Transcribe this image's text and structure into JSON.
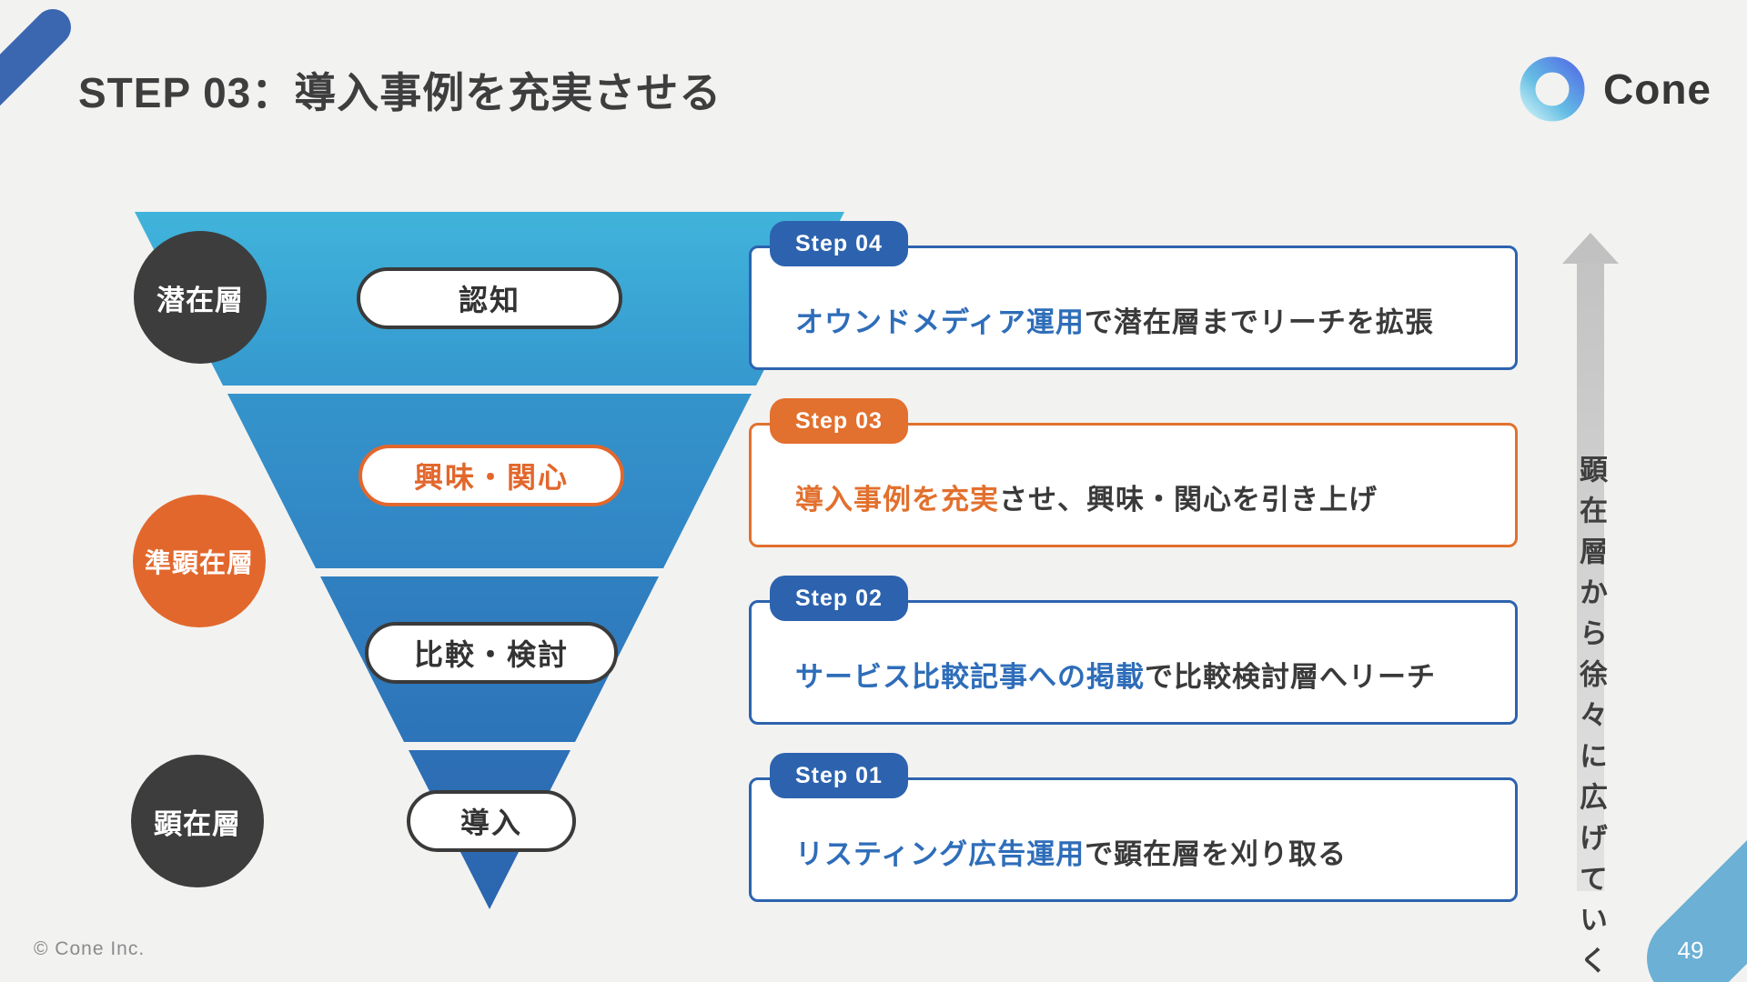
{
  "slide": {
    "title": "STEP 03：導入事例を充実させる",
    "logo_text": "Cone",
    "footer": "© Cone Inc.",
    "page_number": "49"
  },
  "funnel": {
    "stages": [
      {
        "label": "認知",
        "theme": "dark"
      },
      {
        "label": "興味・関心",
        "theme": "orange"
      },
      {
        "label": "比較・検討",
        "theme": "dark"
      },
      {
        "label": "導入",
        "theme": "dark"
      }
    ],
    "audience_layers": [
      {
        "label": "潜在層",
        "color": "#3d3d3d"
      },
      {
        "label": "準顕在層",
        "color": "#e2672c"
      },
      {
        "label": "顕在層",
        "color": "#3d3d3d"
      }
    ],
    "section_colors": [
      "#3db1d9",
      "#3594cb",
      "#3080c0",
      "#2d6fb6"
    ]
  },
  "steps": [
    {
      "badge": "Step 04",
      "highlight": "オウンドメディア運用",
      "rest": "で潜在層までリーチを拡張",
      "theme": "blue"
    },
    {
      "badge": "Step 03",
      "highlight": "導入事例を充実",
      "rest": "させ、興味・関心を引き上げ",
      "theme": "orange"
    },
    {
      "badge": "Step 02",
      "highlight": "サービス比較記事への掲載",
      "rest": "で比較検討層へリーチ",
      "theme": "blue"
    },
    {
      "badge": "Step 01",
      "highlight": "リスティング広告運用",
      "rest": "で顕在層を刈り取る",
      "theme": "blue"
    }
  ],
  "arrow_note": "顕在層から徐々に広げていく",
  "colors": {
    "background": "#f2f2f1",
    "accent_blue": "#2d63ae",
    "accent_orange": "#e2702e",
    "stripe_top_left": "#3b66b0",
    "stripe_bottom_right": "#6cb0d5",
    "funnel_top": "#3db1d9",
    "funnel_bottom": "#2d6fb6"
  }
}
